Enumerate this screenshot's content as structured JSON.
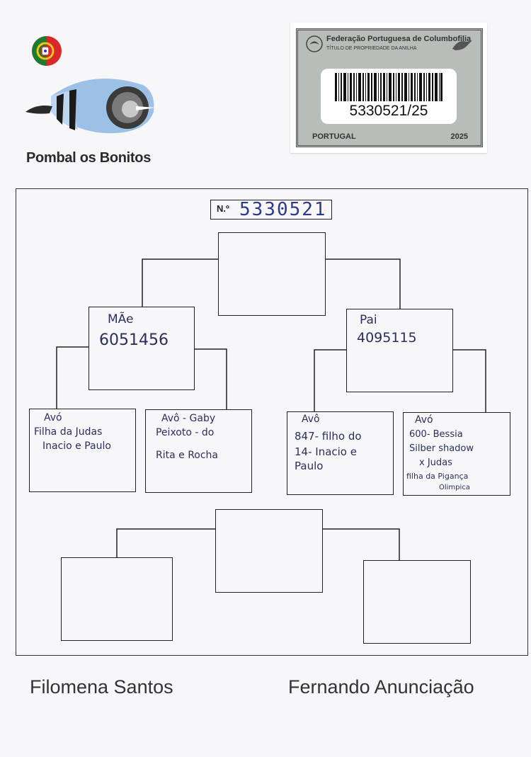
{
  "club": {
    "name": "Pombal os Bonitos"
  },
  "ring_card": {
    "federation": "Federação Portuguesa de Columbofilia",
    "subtitle": "TÍTULO DE PROPRIEDADE DA ANILHA",
    "ring_number": "5330521/25",
    "country": "PORTUGAL",
    "year": "2025"
  },
  "pedigree": {
    "number_label": "N.º",
    "number_value": "5330521",
    "mother": {
      "line1": "MÃe",
      "line2": "6051456"
    },
    "father": {
      "line1": "Pai",
      "line2": "4095115"
    },
    "grandmother_left": {
      "line1": "Avó",
      "line2": "Filha da Judas",
      "line3": "Inacio e Paulo"
    },
    "grandfather_left": {
      "line1": "Avô - Gaby",
      "line2": "Peixoto - do",
      "line3": "Rita e Rocha"
    },
    "grandfather_right": {
      "line1": "Avô",
      "line2": "847- filho do",
      "line3": "14- Inacio e",
      "line4": "Paulo"
    },
    "grandmother_right": {
      "line1": "Avó",
      "line2": "600- Bessia",
      "line3": "Silber shadow",
      "line4": "x Judas",
      "line5": "filha da Pigança",
      "line6": "Olimpica"
    }
  },
  "signatures": {
    "left": "Filomena Santos",
    "right": "Fernando Anunciação"
  },
  "colors": {
    "ink": "#2a2f5a",
    "frame": "#222222",
    "card": "#b9bdba"
  }
}
